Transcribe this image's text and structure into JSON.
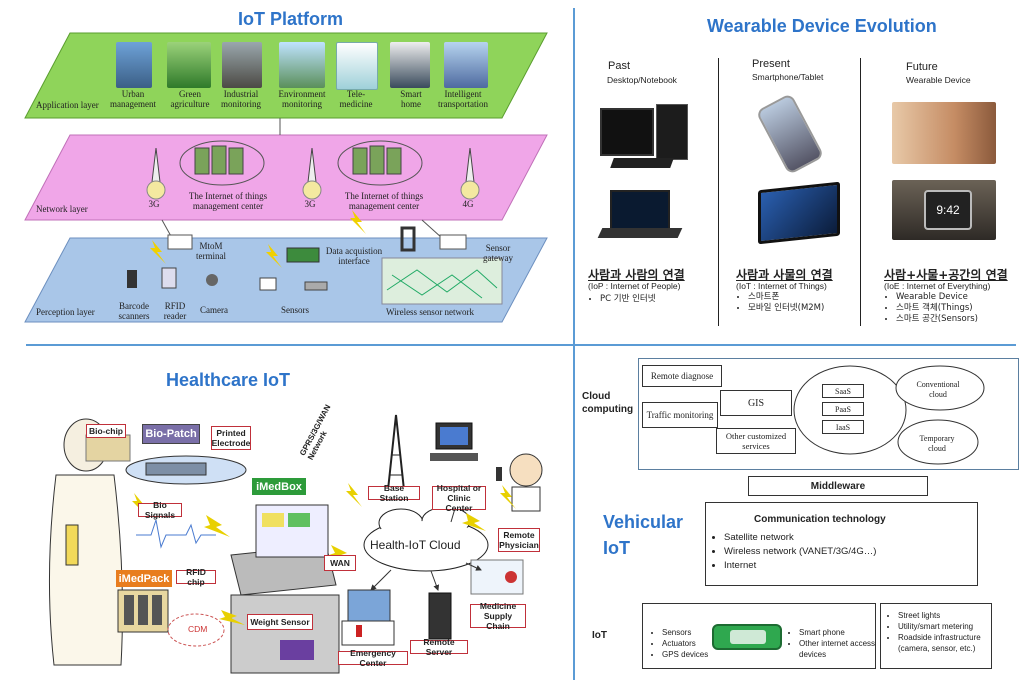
{
  "iot_platform": {
    "title": "IoT Platform",
    "application_layer": {
      "label": "Application layer",
      "items": [
        "Urban management",
        "Green agriculture",
        "Industrial monitoring",
        "Environment monitoring",
        "Tele-medicine",
        "Smart home",
        "Intelligent transportation"
      ]
    },
    "network_layer": {
      "label": "Network layer",
      "center_1": "The Internet of things management center",
      "center_2": "The Internet of things management center",
      "tower_1": "3G",
      "tower_2": "3G",
      "tower_3": "4G"
    },
    "perception_layer": {
      "label": "Perception layer",
      "mtom": "MtoM terminal",
      "data_acq": "Data acquistion interface",
      "sensor_gateway": "Sensor gateway",
      "items": [
        "Barcode scanners",
        "RFID reader",
        "Camera",
        "Sensors",
        "Wireless sensor network"
      ]
    }
  },
  "wearable": {
    "title": "Wearable  Device Evolution",
    "columns": [
      {
        "era": "Past",
        "device": "Desktop/Notebook",
        "heading": "사람과 사람의 연결",
        "sub": "(IoP : Internet of People)",
        "bullets": [
          "PC 기반 인터넷"
        ]
      },
      {
        "era": "Present",
        "device": "Smartphone/Tablet",
        "heading": "사람과 사물의 연결",
        "sub": "(IoT : Internet of Things)",
        "bullets": [
          "스마트폰",
          "모바일 인터넷(M2M)"
        ]
      },
      {
        "era": "Future",
        "device": "Wearable  Device",
        "heading": "사람+사물+공간의 연결",
        "sub": "(IoE : Internet of Everything)",
        "bullets": [
          "Wearable  Device",
          "스마트 객체(Things)",
          "스마트 공간(Sensors)"
        ]
      }
    ],
    "watch_time": "9:42"
  },
  "healthcare": {
    "title": "Healthcare  IoT",
    "labels": {
      "bio_chip": "Bio-chip",
      "bio_patch": "Bio-Patch",
      "printed_electrode": "Printed Electrode",
      "bio_signals": "Bio Signals",
      "imedbox": "iMedBox",
      "imedpack": "iMedPack",
      "rfid_chip": "RFID chip",
      "cdm": "CDM",
      "weight_sensor": "Weight Sensor",
      "network": "GPRS/3G/WAN Network",
      "base_station": "Base Station",
      "hospital": "Hospital or Clinic Center",
      "cloud": "Health-IoT Cloud",
      "wan": "WAN",
      "remote_physician": "Remote Physician",
      "medicine_supply": "Medicine Supply Chain",
      "remote_server": "Remote Server",
      "emergency_center": "Emergency Center"
    }
  },
  "vehicular": {
    "title_1": "Vehicular",
    "title_2": "IoT",
    "cloud_label_1": "Cloud",
    "cloud_label_2": "computing",
    "remote_diagnose": "Remote diagnose",
    "traffic_monitoring": "Traffic monitoring",
    "gis": "GIS",
    "other_services": "Other customized services",
    "saas": "SaaS",
    "paas": "PaaS",
    "iaas": "IaaS",
    "conventional_cloud": "Conventional cloud",
    "temporary_cloud": "Temporary cloud",
    "middleware": "Middleware",
    "comm_title": "Communication technology",
    "comm_items": [
      "Satellite network",
      "Wireless network (VANET/3G/4G…)",
      "Internet"
    ],
    "iot_label": "IoT",
    "iot_left": [
      "Sensors",
      "Actuators",
      "GPS devices"
    ],
    "iot_right": [
      "Smart phone",
      "Other internet access devices"
    ],
    "infra": [
      "Street lights",
      "Utility/smart metering",
      "Roadside infrastructure (camera, sensor, etc.)"
    ]
  }
}
